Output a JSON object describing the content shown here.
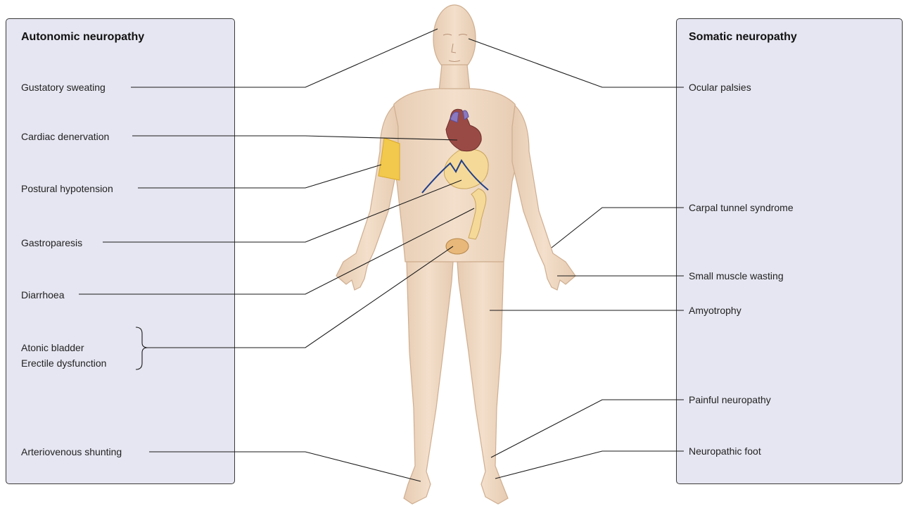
{
  "autonomic": {
    "heading": "Autonomic neuropathy",
    "items": [
      "Gustatory sweating",
      "Cardiac denervation",
      "Postural hypotension",
      "Gastroparesis",
      "Diarrhoea",
      "Atonic bladder",
      "Erectile dysfunction",
      "Arteriovenous shunting"
    ]
  },
  "somatic": {
    "heading": "Somatic neuropathy",
    "items": [
      "Ocular palsies",
      "Carpal tunnel syndrome",
      "Small muscle wasting",
      "Amyotrophy",
      "Painful neuropathy",
      "Neuropathic foot"
    ]
  },
  "colors": {
    "panel_bg": "#e6e6f2",
    "skin": "#f0d9c3",
    "skin_shadow": "#e0c3a6",
    "heart": "#9a4a45",
    "stomach": "#f5d999",
    "nerve": "#1f3f8a",
    "highlight": "#f2c94c",
    "bladder": "#e8b87a"
  }
}
